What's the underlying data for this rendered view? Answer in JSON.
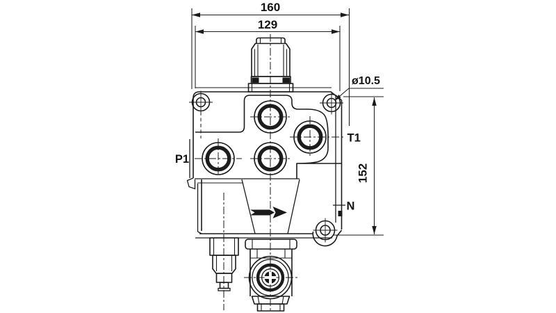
{
  "drawing": {
    "type": "hydraulic-valve-technical-drawing",
    "line_color": "#1a1a1a",
    "background": "#ffffff",
    "dimension_labels": {
      "overall_width": "160",
      "inner_width": "129",
      "body_height": "152",
      "mount_hole_diameter": "ø10.5"
    },
    "port_labels": {
      "pressure": "P1",
      "tank": "T1",
      "n_marker": "N"
    }
  }
}
